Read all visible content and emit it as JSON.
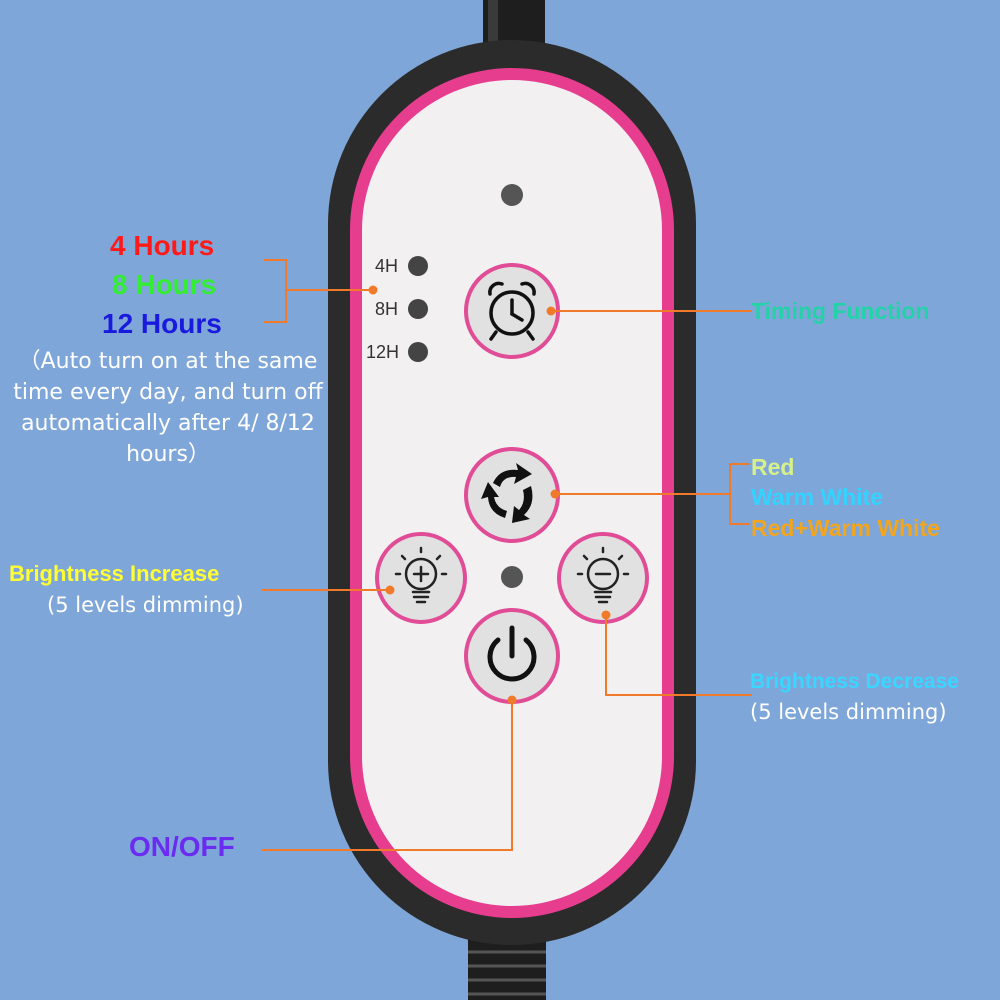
{
  "timer": {
    "hours_4": "4 Hours",
    "hours_8": "8 Hours",
    "hours_12": "12 Hours",
    "note": "（Auto turn on at the same time every day, and turn off automatically after 4/ 8/12 hours）",
    "indicators": [
      "4H",
      "8H",
      "12H"
    ]
  },
  "labels": {
    "timing_function": "Timing Function",
    "red": "Red",
    "warm_white": "Warm White",
    "red_warm_white": "Red+Warm White",
    "brightness_increase": "Brightness Increase",
    "brightness_increase_sub": "(5 levels dimming)",
    "brightness_decrease": "Brightness Decrease",
    "brightness_decrease_sub": "(5 levels dimming)",
    "on_off": "ON/OFF"
  },
  "colors": {
    "background": "#7fa6d8",
    "remote_body": "#2b2b2b",
    "remote_border": "#e63d8e",
    "remote_face": "#f2f0f1",
    "leader_line": "#f07a2a",
    "hours_4": "#ff1a1a",
    "hours_8": "#33ee33",
    "hours_12": "#1a1adf",
    "timing": "#22d3a8",
    "red": "#d8f08a",
    "warm_white": "#33d3ff",
    "red_warm_white": "#f3a51c",
    "brightness_increase": "#ffff33",
    "brightness_decrease": "#39d6ff",
    "on_off": "#6a2cf0"
  },
  "icons": [
    "alarm-clock-icon",
    "cycle-arrows-icon",
    "bulb-plus-icon",
    "bulb-minus-icon",
    "power-icon"
  ]
}
